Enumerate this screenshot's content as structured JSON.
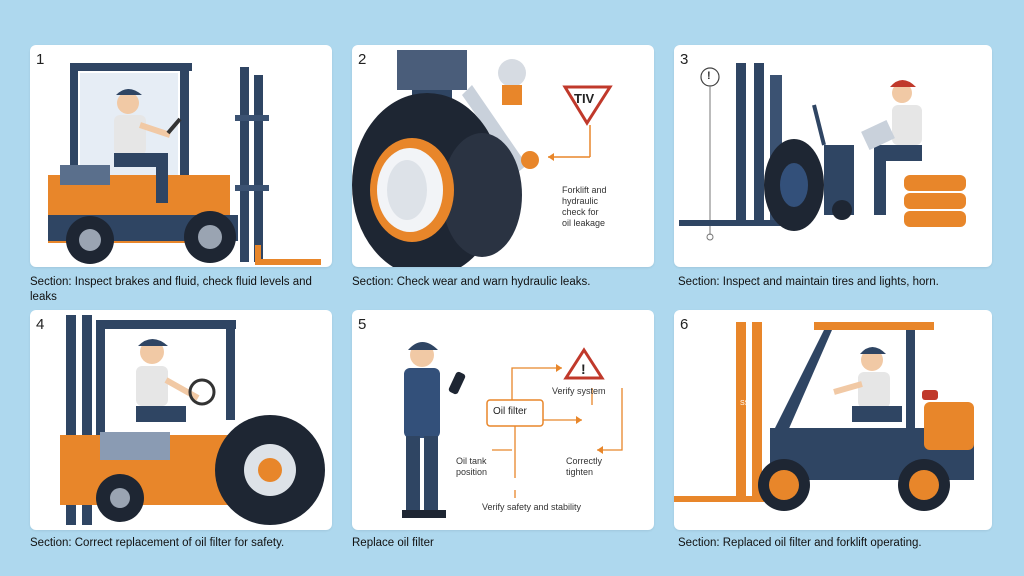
{
  "panels": [
    {
      "number": "1",
      "caption": "Section: Inspect brakes and fluid, check fluid levels and leaks"
    },
    {
      "number": "2",
      "caption": "Section: Check wear and warn hydraulic leaks."
    },
    {
      "number": "3",
      "caption": "Section: Inspect and maintain tires and lights, horn."
    },
    {
      "number": "4",
      "caption": "Section: Correct replacement of oil filter for safety."
    },
    {
      "number": "5",
      "caption": "Replace oil filter"
    },
    {
      "number": "6",
      "caption": "Section: Replaced oil filter and forklift operating."
    }
  ],
  "labels": {
    "p2_sign": "TIV",
    "p2_note": [
      "Forklift and",
      "hydraulic",
      "check for",
      "oil leakage"
    ],
    "p3_alert": "!",
    "p5_box": "Oil filter",
    "p5_warn": "Verify system",
    "p5_left": [
      "Oil tank",
      "position"
    ],
    "p5_right": [
      "Correctly",
      "tighten"
    ],
    "p5_bottom": "Verify safety and stability",
    "p6_mast": "SS"
  },
  "colors": {
    "orange": "#e8862a",
    "navy": "#2f4563",
    "panel": "#ffffff",
    "background": "#aed8ee"
  }
}
